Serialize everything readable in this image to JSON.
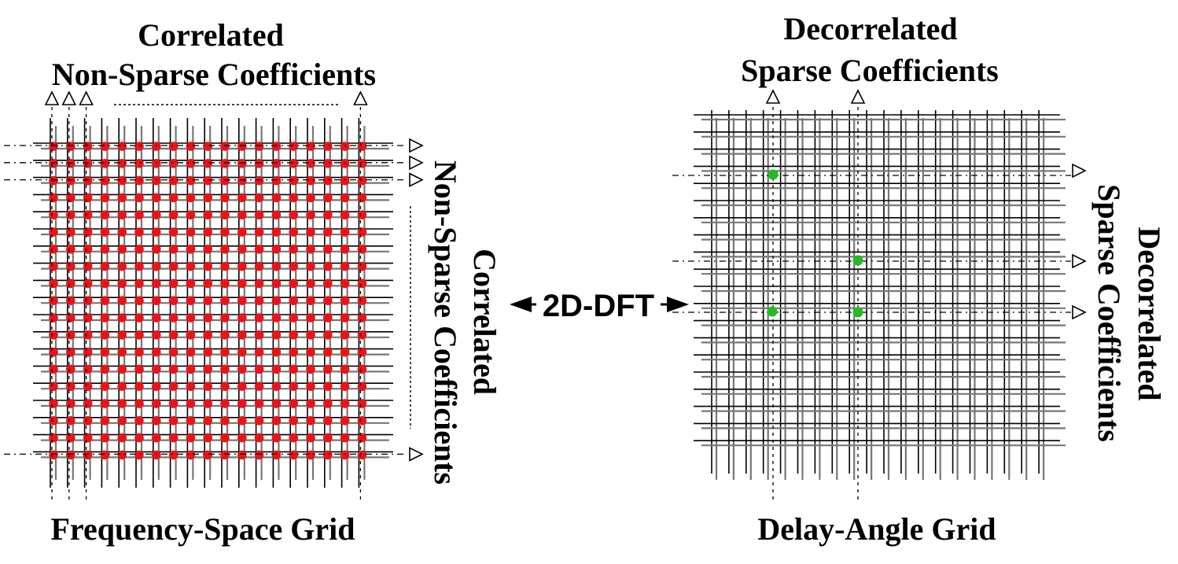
{
  "left_panel": {
    "top_label_line1": "Correlated",
    "top_label_line2": "Non-Sparse Coefficients",
    "side_label_line1": "Correlated",
    "side_label_line2": "Non-Sparse Coefficients",
    "bottom_label": "Frequency-Space Grid",
    "point_color": "#e8141a",
    "point_icon": "red-dot-icon"
  },
  "center": {
    "transform_label": "2D-DFT",
    "arrow_icon": "double-headed-arrow-icon"
  },
  "right_panel": {
    "top_label_line1": "Decorrelated",
    "top_label_line2": "Sparse Coefficients",
    "side_label_line1": "Decorrelated",
    "side_label_line2": "Sparse Coefficients",
    "bottom_label": "Delay-Angle Grid",
    "point_color": "#22bb22",
    "point_icon": "green-dot-icon"
  }
}
